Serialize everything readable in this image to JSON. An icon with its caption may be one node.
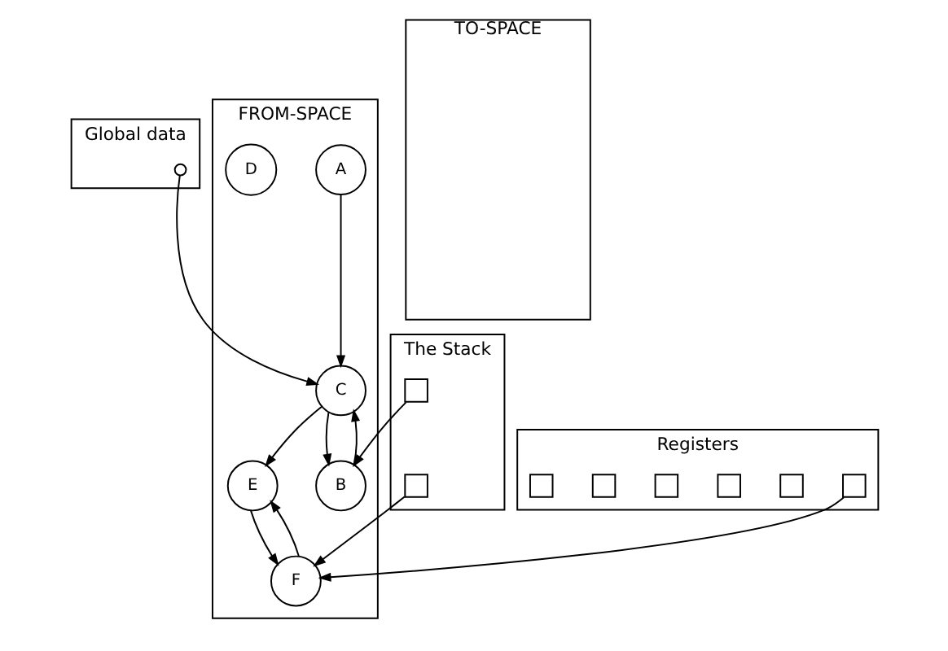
{
  "diagram": {
    "nodes": [
      {
        "text": [
          "Global data"
        ]
      },
      {
        "text": [],
        "shape": "circle",
        "in": 0
      },
      {
        "text": [
          "The Stack"
        ]
      },
      {
        "text": [],
        "shape": "box",
        "in": 2
      },
      {
        "text": [],
        "shape": "box",
        "in": 2
      },
      {
        "text": [
          "Registers"
        ]
      },
      {
        "text": [],
        "shape": "box",
        "in": 5
      },
      {
        "text": [],
        "shape": "box",
        "in": 5
      },
      {
        "text": [],
        "shape": "box",
        "in": 5
      },
      {
        "text": [],
        "shape": "box",
        "in": 5
      },
      {
        "text": [],
        "shape": "box",
        "in": 5
      },
      {
        "text": [],
        "shape": "box",
        "in": 5
      },
      {
        "text": [
          "FROM-SPACE"
        ]
      },
      {
        "text": [
          "A"
        ],
        "in": 12
      },
      {
        "text": [
          "C"
        ],
        "in": 12
      },
      {
        "text": [
          "B"
        ],
        "in": 12
      },
      {
        "text": [
          "D"
        ],
        "in": 12
      },
      {
        "text": [
          "E"
        ],
        "in": 12
      },
      {
        "text": [
          "F"
        ],
        "in": 12
      },
      {
        "text": [
          "TO-SPACE"
        ]
      }
    ],
    "edges": [
      {
        "from": 1,
        "to": 14,
        "arrow": "to"
      },
      {
        "from": 13,
        "to": 14,
        "arrow": "to"
      },
      {
        "from": 14,
        "to": 15,
        "arrow": "to"
      },
      {
        "from": 15,
        "to": 14,
        "arrow": "to"
      },
      {
        "from": 14,
        "to": 17,
        "arrow": "to"
      },
      {
        "from": 17,
        "to": 18,
        "arrow": "to"
      },
      {
        "from": 18,
        "to": 17,
        "arrow": "to"
      },
      {
        "from": 3,
        "to": 15,
        "arrow": "to"
      },
      {
        "from": 4,
        "to": 18,
        "arrow": "to"
      },
      {
        "from": 11,
        "to": 18,
        "arrow": "to"
      }
    ]
  }
}
